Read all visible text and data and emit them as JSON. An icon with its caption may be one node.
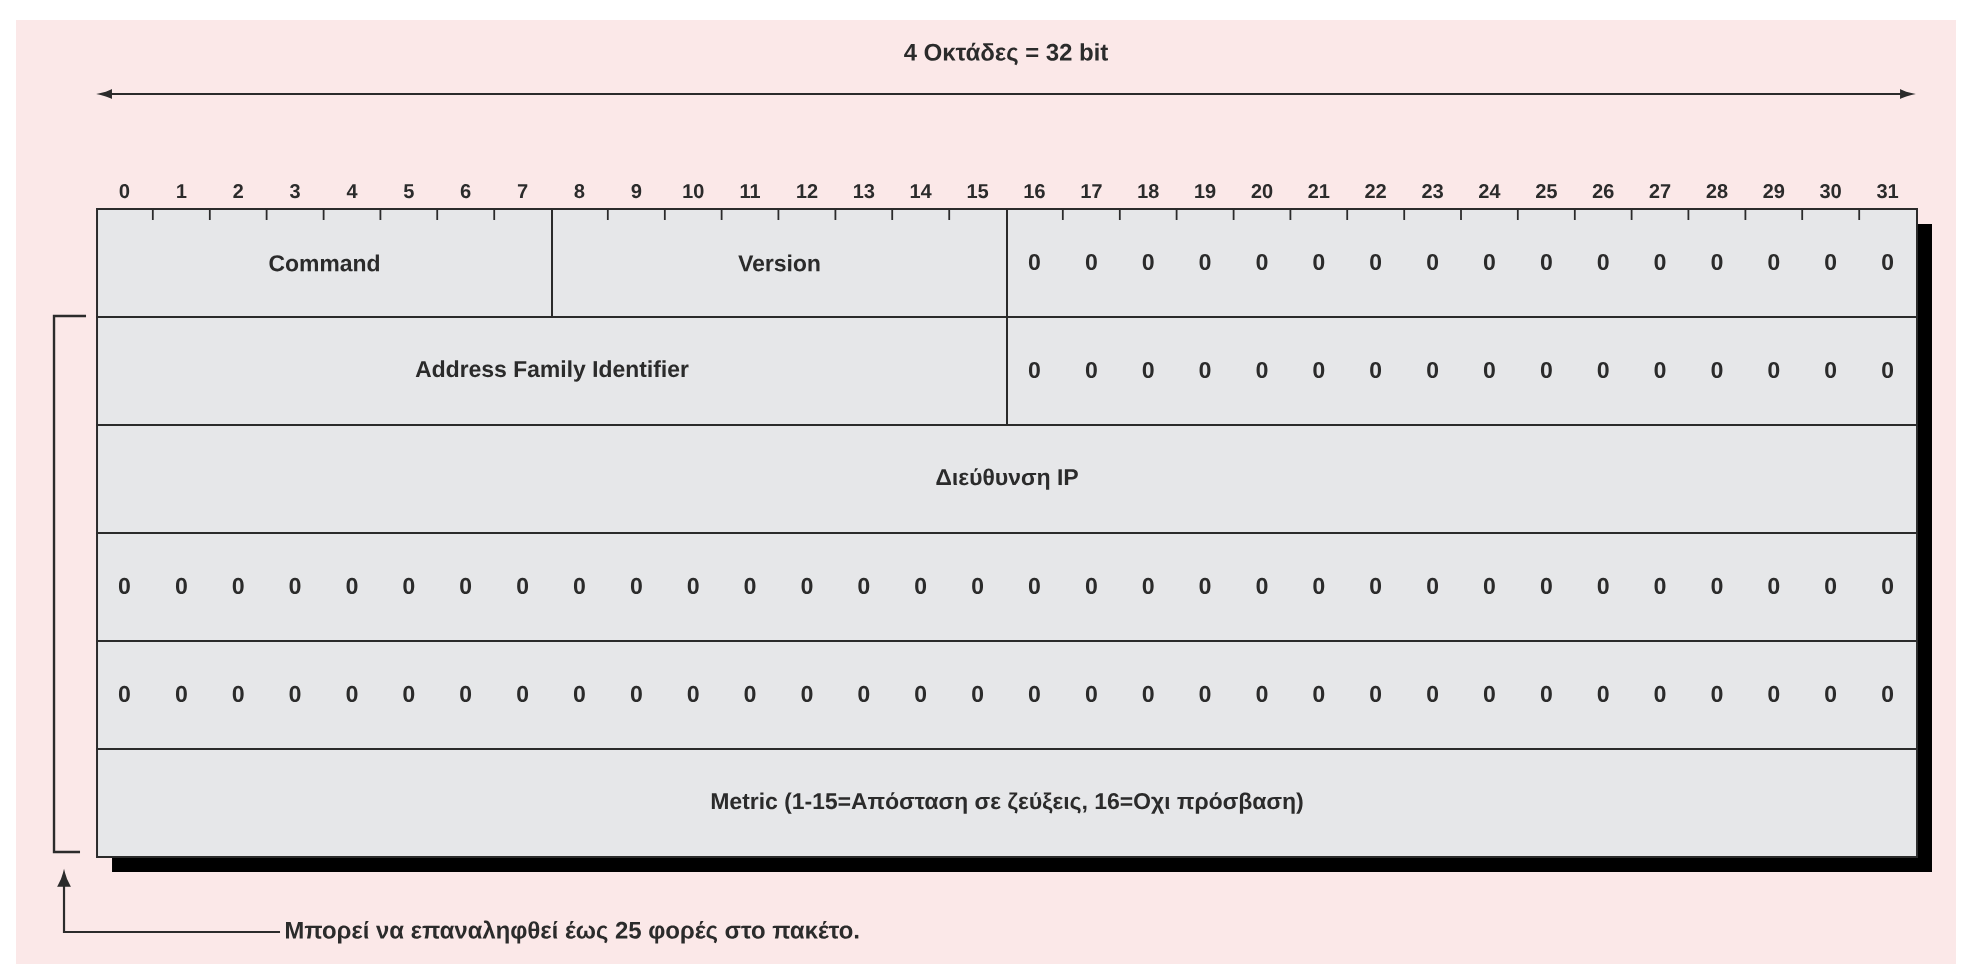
{
  "diagram": {
    "nodes": [
      {
        "text": [
          "Command"
        ]
      },
      {
        "text": [
          "Version"
        ]
      },
      {
        "text": [
          "0",
          "0",
          "0",
          "0",
          "0",
          "0",
          "0",
          "0",
          "0",
          "0",
          "0",
          "0",
          "0",
          "0",
          "0",
          "0"
        ]
      },
      {
        "text": [
          "Address Family Identifier"
        ]
      },
      {
        "text": [
          "0",
          "0",
          "0",
          "0",
          "0",
          "0",
          "0",
          "0",
          "0",
          "0",
          "0",
          "0",
          "0",
          "0",
          "0",
          "0"
        ]
      },
      {
        "text": [
          "Διεύθυνση IP"
        ]
      },
      {
        "text": [
          "0",
          "0",
          "0",
          "0",
          "0",
          "0",
          "0",
          "0",
          "0",
          "0",
          "0",
          "0",
          "0",
          "0",
          "0",
          "0",
          "0",
          "0",
          "0",
          "0",
          "0",
          "0",
          "0",
          "0",
          "0",
          "0",
          "0",
          "0",
          "0",
          "0",
          "0",
          "0"
        ]
      },
      {
        "text": [
          "0",
          "0",
          "0",
          "0",
          "0",
          "0",
          "0",
          "0",
          "0",
          "0",
          "0",
          "0",
          "0",
          "0",
          "0",
          "0",
          "0",
          "0",
          "0",
          "0",
          "0",
          "0",
          "0",
          "0",
          "0",
          "0",
          "0",
          "0",
          "0",
          "0",
          "0",
          "0"
        ]
      },
      {
        "text": [
          "Metric (1-15=Απόσταση σε ζεύξεις, 16=Οχι πρόσβαση)"
        ]
      },
      {
        "text": [
          "Μπορεί να επαναληφθεί έως 25 φορές στο πακέτο."
        ]
      },
      {
        "text": [],
        "shape": "bracket"
      }
    ],
    "edges": [
      {
        "from": 9,
        "to": 10,
        "arrow": "to"
      }
    ],
    "labels": [
      "4 Οκτάδες = 32 bit",
      "0",
      "1",
      "2",
      "3",
      "4",
      "5",
      "6",
      "7",
      "8",
      "9",
      "10",
      "11",
      "12",
      "13",
      "14",
      "15",
      "16",
      "17",
      "18",
      "19",
      "20",
      "21",
      "22",
      "23",
      "24",
      "25",
      "26",
      "27",
      "28",
      "29",
      "30",
      "31"
    ]
  }
}
